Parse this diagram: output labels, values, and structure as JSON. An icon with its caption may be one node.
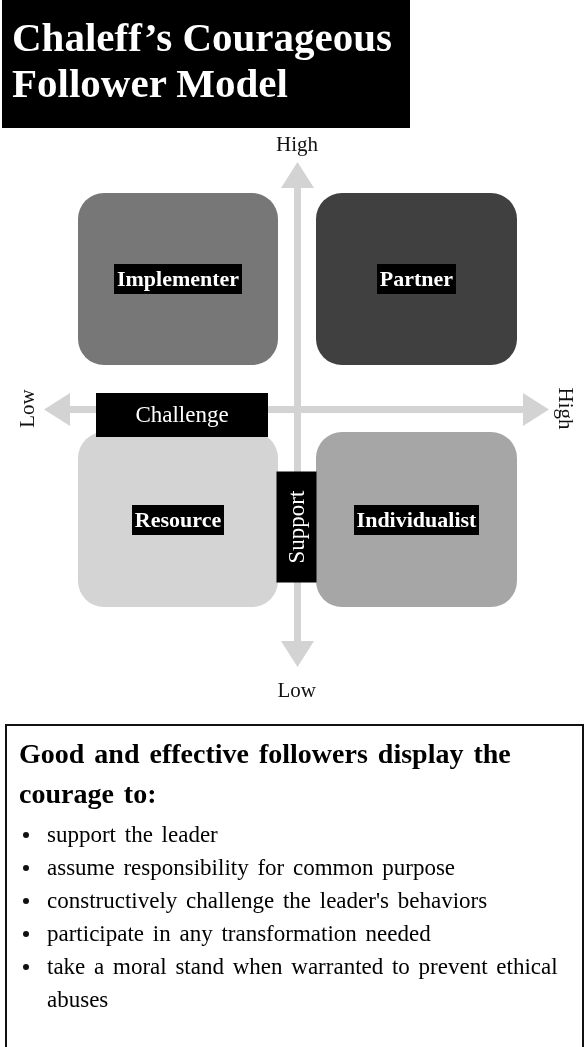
{
  "diagram": {
    "title": "Chaleff’s Courageous Follower Model",
    "nodes": [
      {
        "text": [
          "Implementer"
        ]
      },
      {
        "text": [
          "Partner"
        ]
      },
      {
        "text": [
          "Resource"
        ]
      },
      {
        "text": [
          "Individualist"
        ]
      },
      {
        "text": [
          "Good and effective followers display the courage to:",
          "support the leader",
          "assume responsibility for common purpose",
          "constructively challenge the leader's behaviors",
          "participate in any transformation needed",
          "take a moral stand when warranted to prevent ethical abuses"
        ]
      }
    ],
    "edges": [],
    "labels": [
      "High",
      "Low",
      "Challenge",
      "High",
      "Support",
      "Low"
    ]
  }
}
